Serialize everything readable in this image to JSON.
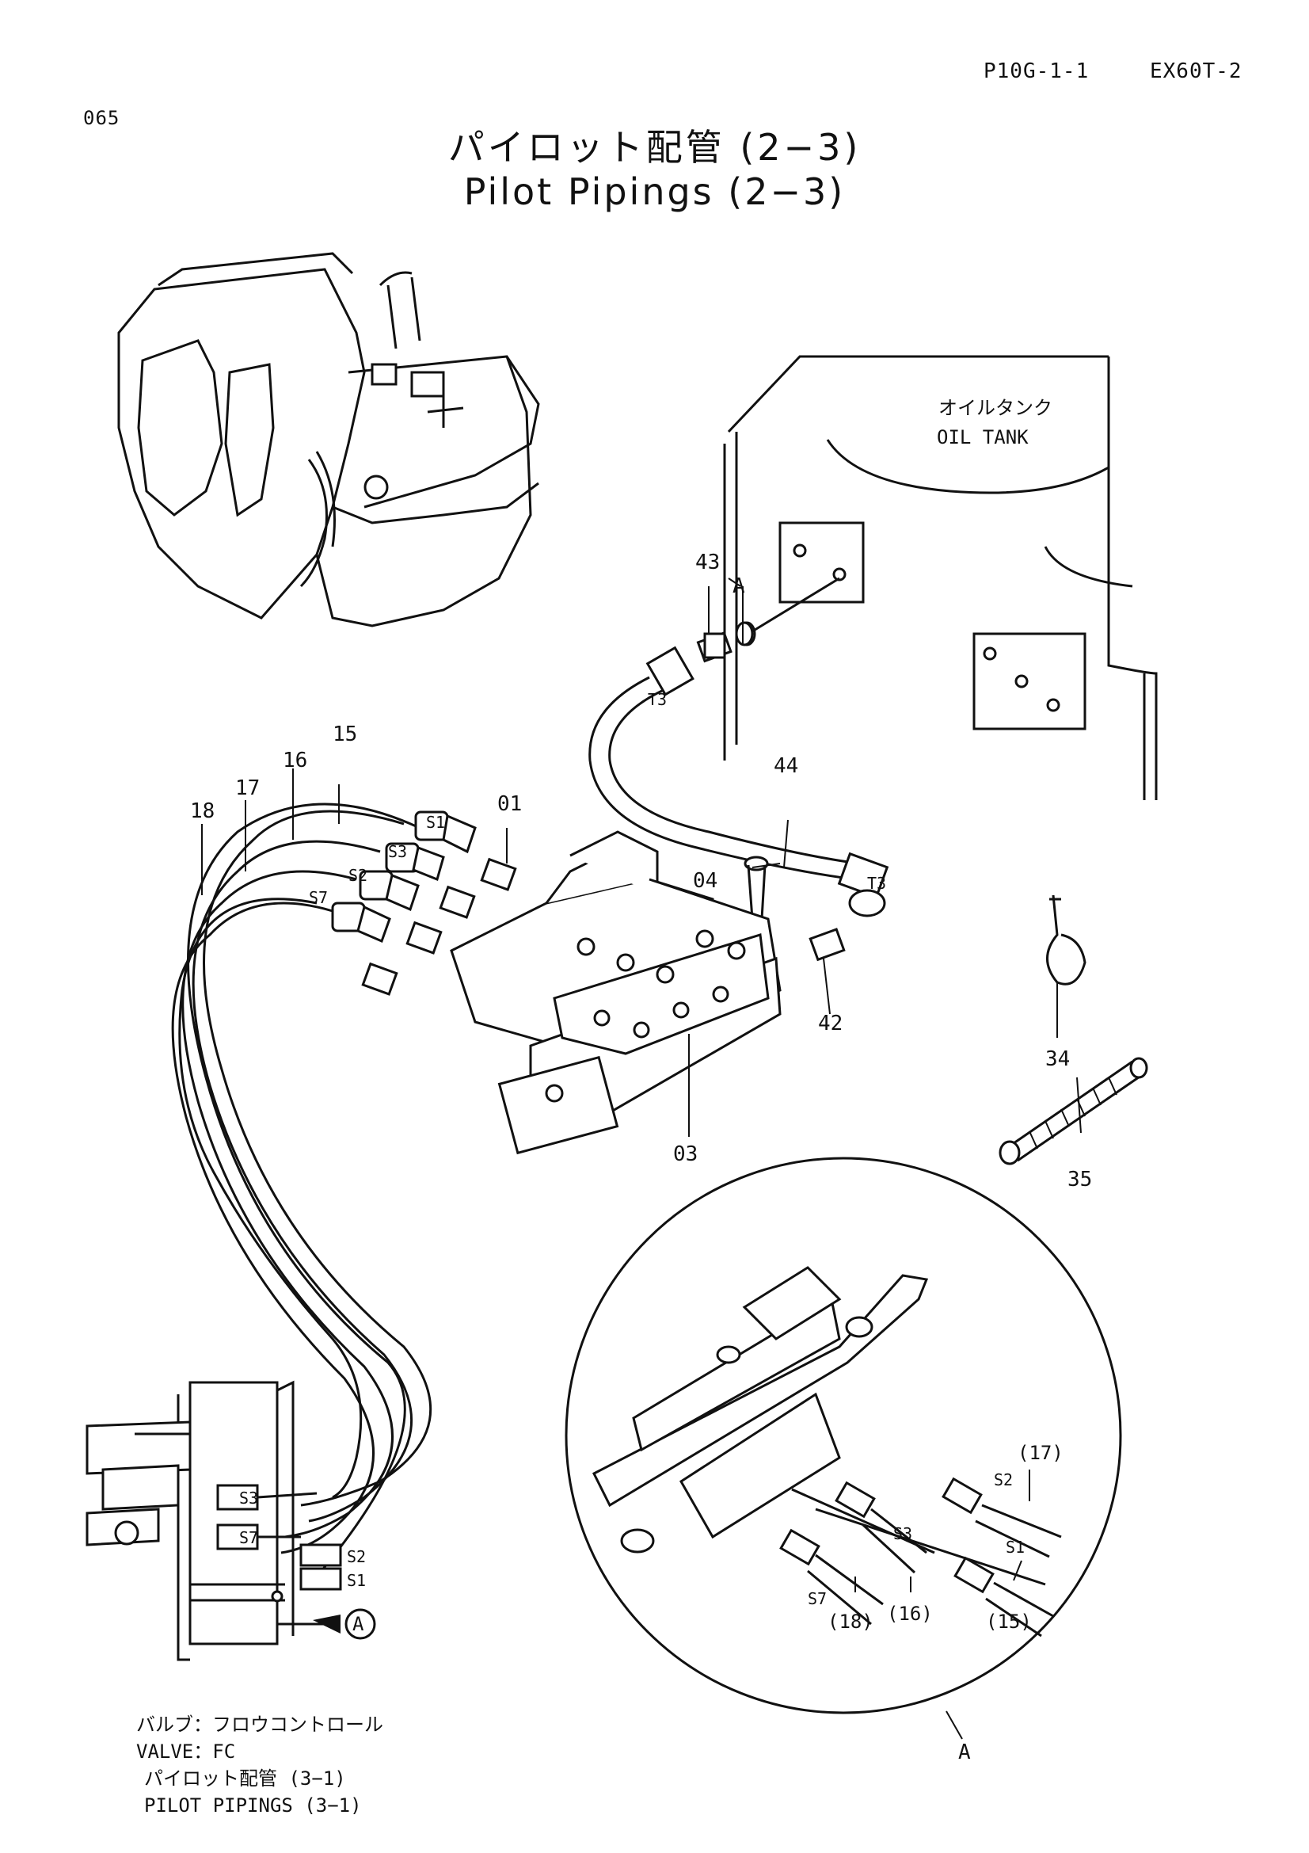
{
  "header": {
    "page_code": "P10G-1-1",
    "model": "EX60T-2",
    "page_number": "065"
  },
  "title": {
    "japanese": "パイロット配管 (2−3)",
    "english": "Pilot Pipings (2−3)"
  },
  "labels": {
    "oil_tank_jp": "オイルタンク",
    "oil_tank_en": "OIL TANK",
    "view_a": "A",
    "view_a_bottom": "A",
    "view_arrow": "A"
  },
  "part_numbers": {
    "p01": "01",
    "p03": "03",
    "p04": "04",
    "p15": "15",
    "p16": "16",
    "p17": "17",
    "p18": "18",
    "p34": "34",
    "p35": "35",
    "p42": "42",
    "p43": "43",
    "p44": "44"
  },
  "port_labels": {
    "s1": "S1",
    "s2": "S2",
    "s3": "S3",
    "s7": "S7",
    "t3": "T3"
  },
  "detail_refs": {
    "r15": "(15)",
    "r16": "(16)",
    "r17": "(17)",
    "r18": "(18)"
  },
  "notes": {
    "valve_jp": "バルブ：フロウコントロール",
    "valve_en": "VALVE：FC",
    "pilot_jp": "パイロット配管 (3−1)",
    "pilot_en": "PILOT PIPINGS (3−1)"
  }
}
